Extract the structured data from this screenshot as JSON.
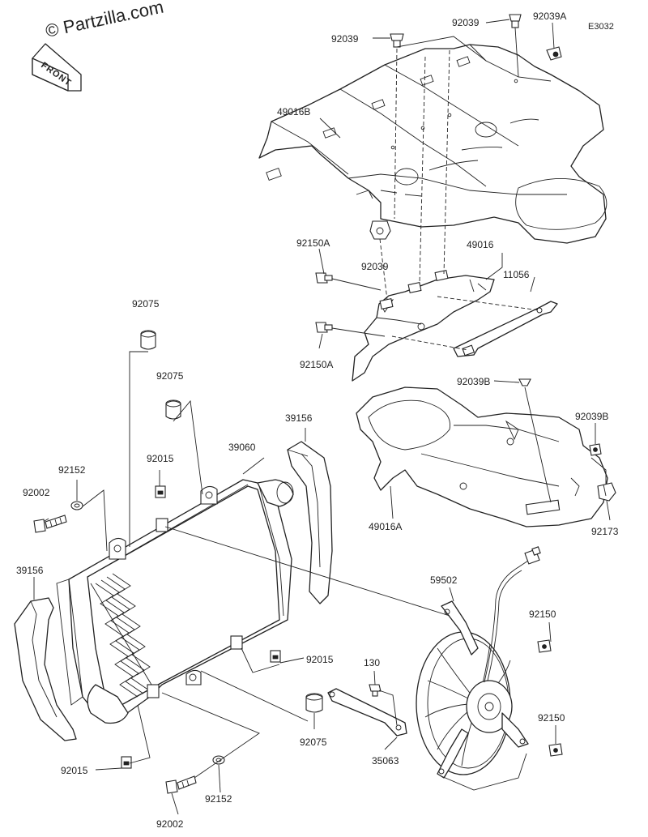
{
  "watermark": "© Partzilla.com",
  "front_label": "FRONT",
  "diagram_code": "E3032",
  "callouts": {
    "c92039_tl": "92039",
    "c92039_tr": "92039",
    "c92039A": "92039A",
    "c49016B": "49016B",
    "c92150A_1": "92150A",
    "c92039_mid": "92039",
    "c49016": "49016",
    "c11056": "11056",
    "c92150A_2": "92150A",
    "c92075_1": "92075",
    "c92075_2": "92075",
    "c92039B_1": "92039B",
    "c92039B_2": "92039B",
    "c39156_r": "39156",
    "c92015_1": "92015",
    "c39060": "39060",
    "c92152_1": "92152",
    "c92002_1": "92002",
    "c49016A": "49016A",
    "c92173": "92173",
    "c39156_l": "39156",
    "c59502": "59502",
    "c92150_1": "92150",
    "c92015_2": "92015",
    "c130": "130",
    "c92150_2": "92150",
    "c92075_3": "92075",
    "c35063": "35063",
    "c92015_3": "92015",
    "c92152_2": "92152",
    "c92002_2": "92002"
  }
}
